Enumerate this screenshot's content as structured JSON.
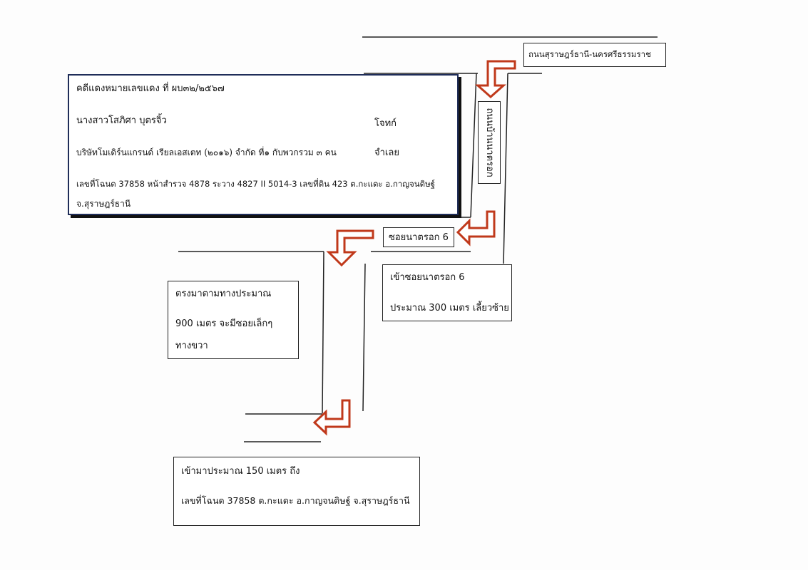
{
  "case_box": {
    "case_number": "คดีแดงหมายเลขแดง ที่ ผบ๓๒/๒๕๖๗",
    "plaintiff_name": "นางสาวโสภิศา  บุตรจิ้ว",
    "plaintiff_role": "โจทก์",
    "defendant_name": "บริษัทโมเดิร์นแกรนด์  เรียลเอสเตท (๒๐๑๖)  จำกัด ที่๑  กับพวกรวม ๓  คน",
    "defendant_role": "จำเลย",
    "deed_line_1": "เลขที่โฉนด 37858 หน้าสำรวจ 4878 ระวาง 4827 II 5014-3 เลขที่ดิน 423 ต.กะแดะ อ.กาญจนดิษฐ์",
    "deed_line_2": "จ.สุราษฎร์ธานี"
  },
  "road_labels": {
    "main_road": "ถนนสุราษฎร์ธานี-นครศรีธรรมราช",
    "side_road": "ถนนบ้านนาตรอก",
    "soi": "ซอยนาตรอก 6"
  },
  "directions": {
    "enter_soi_line_1": "เข้าซอยนาตรอก 6",
    "enter_soi_line_2": "ประมาณ 300 เมตร เลี้ยวซ้าย",
    "straight_line_1": "ตรงมาตามทางประมาณ",
    "straight_line_2": "900 เมตร จะมีซอยเล็กๆ",
    "straight_line_3": "ทางขวา",
    "destination_line_1": "เข้ามาประมาณ 150 เมตร ถึง",
    "destination_line_2": "เลขที่โฉนด 37858 ต.กะแดะ อ.กาญจนดิษฐ์ จ.สุราษฎร์ธานี"
  },
  "colors": {
    "arrow": "#c0391b",
    "road": "#222222",
    "case_border": "#1f2d59"
  },
  "icons": [
    "turn-arrow-icon"
  ]
}
